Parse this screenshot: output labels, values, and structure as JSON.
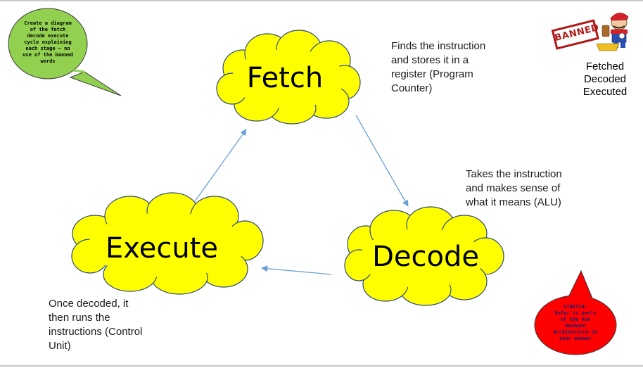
{
  "colors": {
    "cloud_fill": "#ffff00",
    "cloud_stroke": "#2e4a7a",
    "arrow": "#6a9fd4",
    "green_bubble": "#92d050",
    "red_bubble": "#ff0000"
  },
  "stages": {
    "fetch": "Fetch",
    "decode": "Decode",
    "execute": "Execute"
  },
  "descriptions": {
    "fetch": [
      "Finds the instruction",
      "and stores it in a",
      "register (Program",
      "Counter)"
    ],
    "decode": [
      "Takes the instruction",
      "and makes sense of",
      "what it means (ALU)"
    ],
    "execute": [
      "Once decoded, it",
      "then runs the",
      "instructions (Control",
      "Unit)"
    ]
  },
  "task_bubble": [
    "Create a diagram",
    "of the fetch",
    "decode execute",
    "cycle explaining",
    "each stage – no",
    "use of the banned",
    "words"
  ],
  "stretch_bubble": [
    "STRETCH:",
    "Refer to parts",
    "of the Von",
    "Neumann",
    "Architecture in",
    "your answer"
  ],
  "banned": {
    "stamp": "BANNED",
    "words": [
      "Fetched",
      "Decoded",
      "Executed"
    ]
  }
}
